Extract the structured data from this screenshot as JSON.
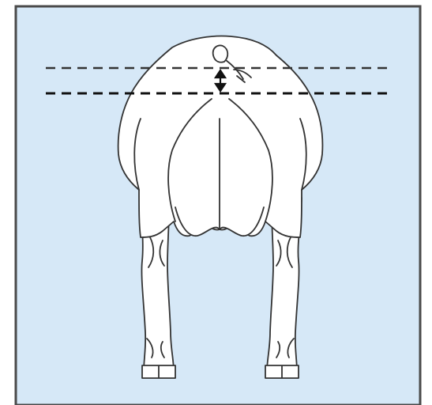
{
  "figure": {
    "panel_color": "#d6e8f7",
    "frame_color": "#4a4a4a",
    "outline_color": "#333333",
    "animal_fill": "#ffffff",
    "reference_lines": [
      {
        "name": "upper-reference-line",
        "style": "dashed"
      },
      {
        "name": "lower-reference-line",
        "style": "dashed"
      }
    ],
    "marker": {
      "name": "height-difference-arrow",
      "type": "double-headed arrow"
    }
  }
}
